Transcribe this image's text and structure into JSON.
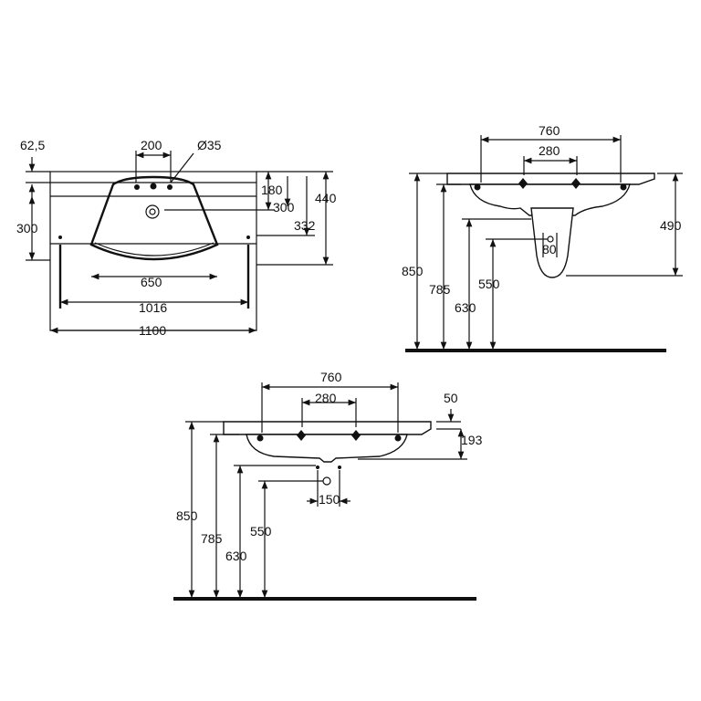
{
  "top_view": {
    "dims": {
      "d62_5": "62,5",
      "d200": "200",
      "d35": "Ø35",
      "d180": "180",
      "d300r": "300",
      "d332": "332",
      "d440": "440",
      "d300l": "300",
      "d650": "650",
      "d1016": "1016",
      "d1100": "1100"
    }
  },
  "side_view": {
    "dims": {
      "d760": "760",
      "d280": "280",
      "d490": "490",
      "d80": "80",
      "d850": "850",
      "d785": "785",
      "d630": "630",
      "d550": "550"
    }
  },
  "front_view": {
    "dims": {
      "d760": "760",
      "d280": "280",
      "d50": "50",
      "d193": "193",
      "d150": "150",
      "d850": "850",
      "d785": "785",
      "d630": "630",
      "d550": "550"
    }
  }
}
